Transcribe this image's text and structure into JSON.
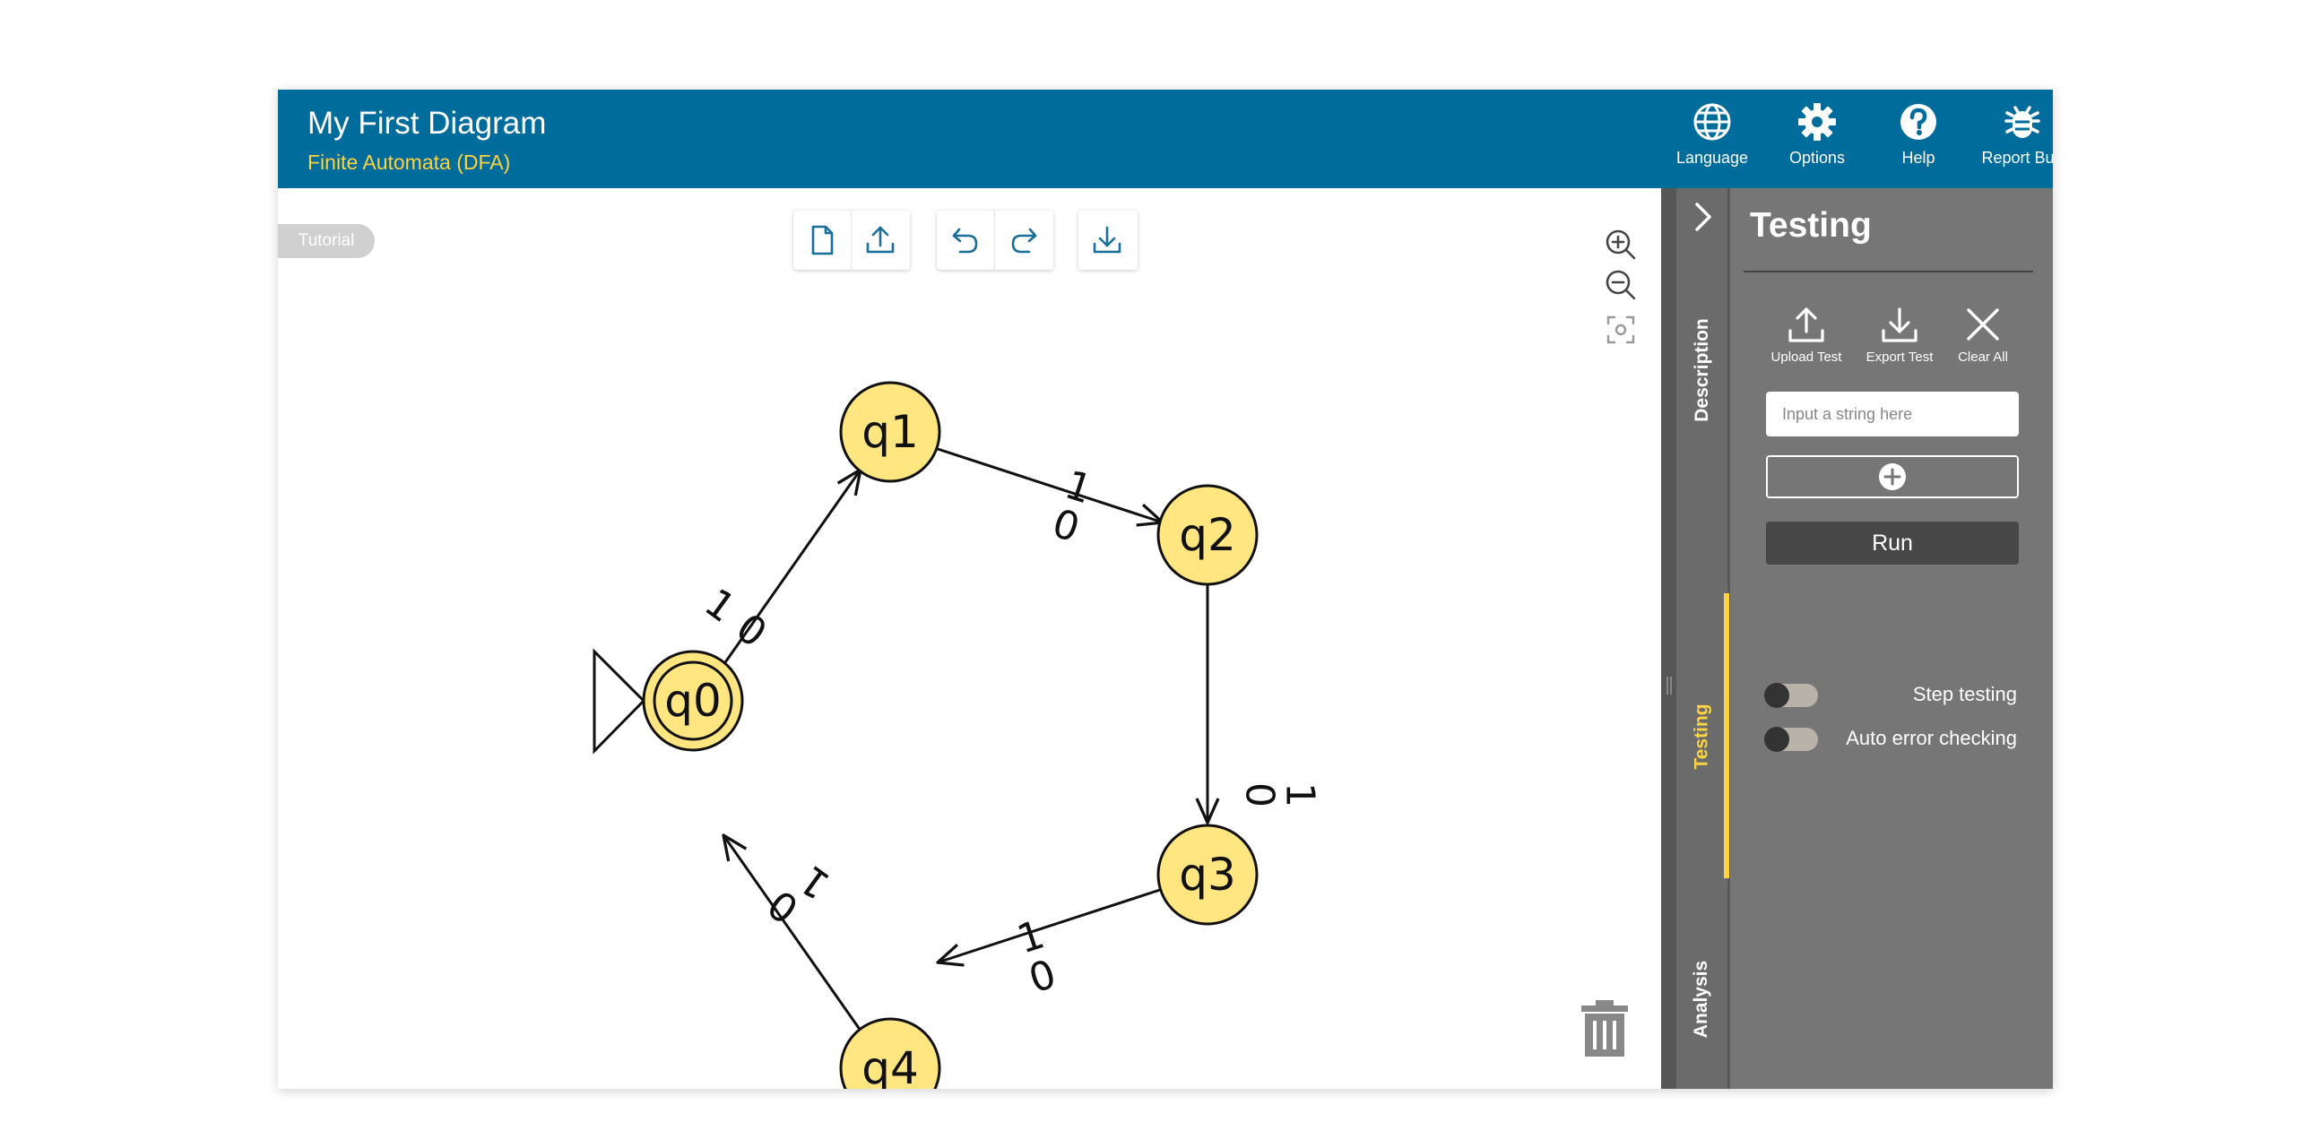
{
  "header": {
    "title": "My First Diagram",
    "subtitle": "Finite Automata (DFA)",
    "buttons": [
      {
        "label": "Language",
        "icon": "globe-icon"
      },
      {
        "label": "Options",
        "icon": "gear-icon"
      },
      {
        "label": "Help",
        "icon": "help-icon"
      },
      {
        "label": "Report Bug",
        "icon": "bug-icon"
      }
    ]
  },
  "canvas": {
    "tutorial_label": "Tutorial",
    "toolbar": [
      "new-file-icon",
      "upload-icon",
      "undo-icon",
      "redo-icon",
      "download-icon"
    ],
    "zoom": [
      "zoom-in-icon",
      "zoom-out-icon",
      "fit-screen-icon"
    ]
  },
  "automaton": {
    "initial_state": "q0",
    "accepting_states": [
      "q0"
    ],
    "states": [
      "q0",
      "q1",
      "q2",
      "q3",
      "q4"
    ],
    "transitions": [
      {
        "from": "q0",
        "to": "q1",
        "labels": [
          "1",
          "0"
        ]
      },
      {
        "from": "q1",
        "to": "q2",
        "labels": [
          "1",
          "0"
        ]
      },
      {
        "from": "q2",
        "to": "q3",
        "labels": [
          "1",
          "0"
        ]
      },
      {
        "from": "q3",
        "to": "q4",
        "labels": [
          "1",
          "0"
        ]
      },
      {
        "from": "q4",
        "to": "q0",
        "labels": [
          "1",
          "0"
        ]
      }
    ]
  },
  "side_tabs": [
    {
      "label": "Description",
      "active": false
    },
    {
      "label": "Testing",
      "active": true
    },
    {
      "label": "Analysis",
      "active": false
    }
  ],
  "testing": {
    "title": "Testing",
    "actions": [
      {
        "label": "Upload Test",
        "icon": "upload-icon"
      },
      {
        "label": "Export Test",
        "icon": "download-icon"
      },
      {
        "label": "Clear All",
        "icon": "close-icon"
      }
    ],
    "input_value": "",
    "input_placeholder": "Input a string here",
    "run_label": "Run",
    "toggles": [
      {
        "label": "Step testing",
        "on": false
      },
      {
        "label": "Auto error checking",
        "on": false
      }
    ]
  },
  "colors": {
    "header_bg": "#006c9b",
    "accent_yellow": "#ffd23f",
    "state_fill": "#ffe680",
    "panel_bg": "#767676"
  }
}
